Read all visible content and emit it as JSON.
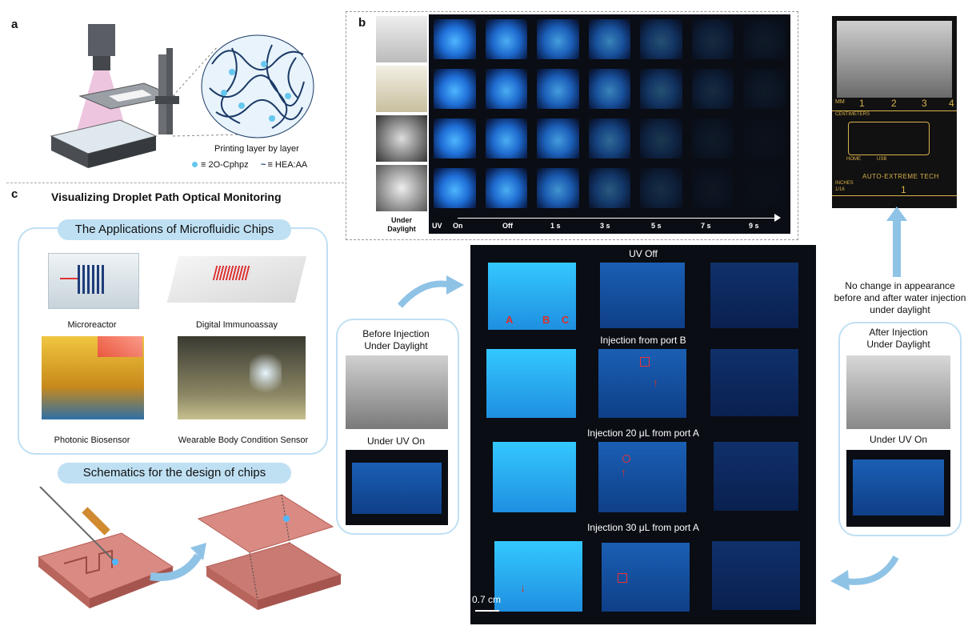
{
  "panels": {
    "a": "a",
    "b": "b",
    "c": "c"
  },
  "panel_a": {
    "caption": "Printing layer by layer",
    "legend1": "≡ 2O-Cphpz",
    "legend2": "≡ HEA:AA"
  },
  "panel_b": {
    "under_daylight": "Under\nDaylight",
    "uv_label": "UV",
    "times": [
      "On",
      "Off",
      "1 s",
      "3 s",
      "5 s",
      "7 s",
      "9 s"
    ]
  },
  "board": {
    "line1": "AUTO-EXTREME TECH",
    "ruler": [
      "1",
      "2",
      "3",
      "4"
    ],
    "ruler_left": "CENTIMETERS",
    "home": "HOME",
    "usb": "USB",
    "inches": "INCHES",
    "inch_frac": "1/16",
    "inch_num": "1",
    "mm": "MM"
  },
  "panel_c": {
    "title": "Visualizing Droplet Path Optical Monitoring",
    "apps_title": "The Applications of Microfluidic Chips",
    "apps": [
      "Microreactor",
      "Digital Immunoassay",
      "Photonic Biosensor",
      "Wearable Body Condition Sensor"
    ],
    "schematics_title": "Schematics for the design of chips"
  },
  "before": {
    "line1": "Before Injection",
    "line2": "Under Daylight",
    "uv": "Under UV On"
  },
  "after": {
    "line1": "After Injection",
    "line2": "Under Daylight",
    "uv": "Under UV On"
  },
  "note": {
    "line1": "No change in appearance",
    "line2": "before and after water injection",
    "line3": "under daylight"
  },
  "center": {
    "rows": [
      "UV Off",
      "Injection from port B",
      "Injection 20 μL from port A",
      "Injection 30 μL from port A"
    ],
    "ports": [
      "A",
      "B",
      "C"
    ],
    "scale": "0.7 cm"
  }
}
